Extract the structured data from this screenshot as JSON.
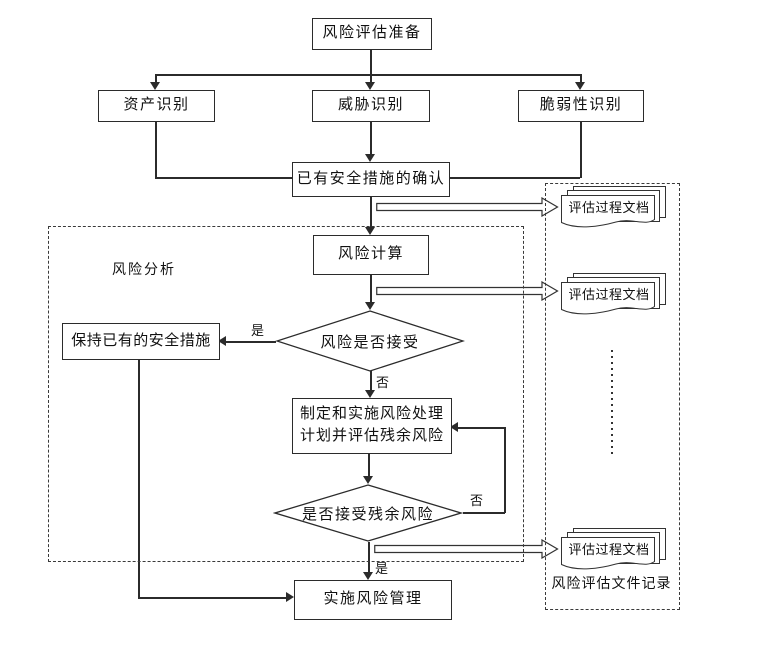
{
  "flowchart": {
    "nodes": {
      "prepare": "风险评估准备",
      "asset": "资产识别",
      "threat": "威胁识别",
      "vulnerability": "脆弱性识别",
      "confirm_measures": "已有安全措施的确认",
      "risk_calc": "风险计算",
      "keep_measures": "保持已有的安全措施",
      "decision_accept": "风险是否接受",
      "plan_line1": "制定和实施风险处理",
      "plan_line2": "计划并评估残余风险",
      "decision_residual": "是否接受残余风险",
      "implement": "实施风险管理"
    },
    "regions": {
      "risk_analysis": "风险分析",
      "records": "风险评估文件记录"
    },
    "documents": {
      "doc1": "评估过程文档",
      "doc2": "评估过程文档",
      "doc3": "评估过程文档"
    },
    "edge_labels": {
      "yes1": "是",
      "no1": "否",
      "no2": "否",
      "yes2": "是"
    },
    "colors": {
      "line": "#2b2b2b",
      "background": "#ffffff",
      "text": "#111111"
    }
  }
}
